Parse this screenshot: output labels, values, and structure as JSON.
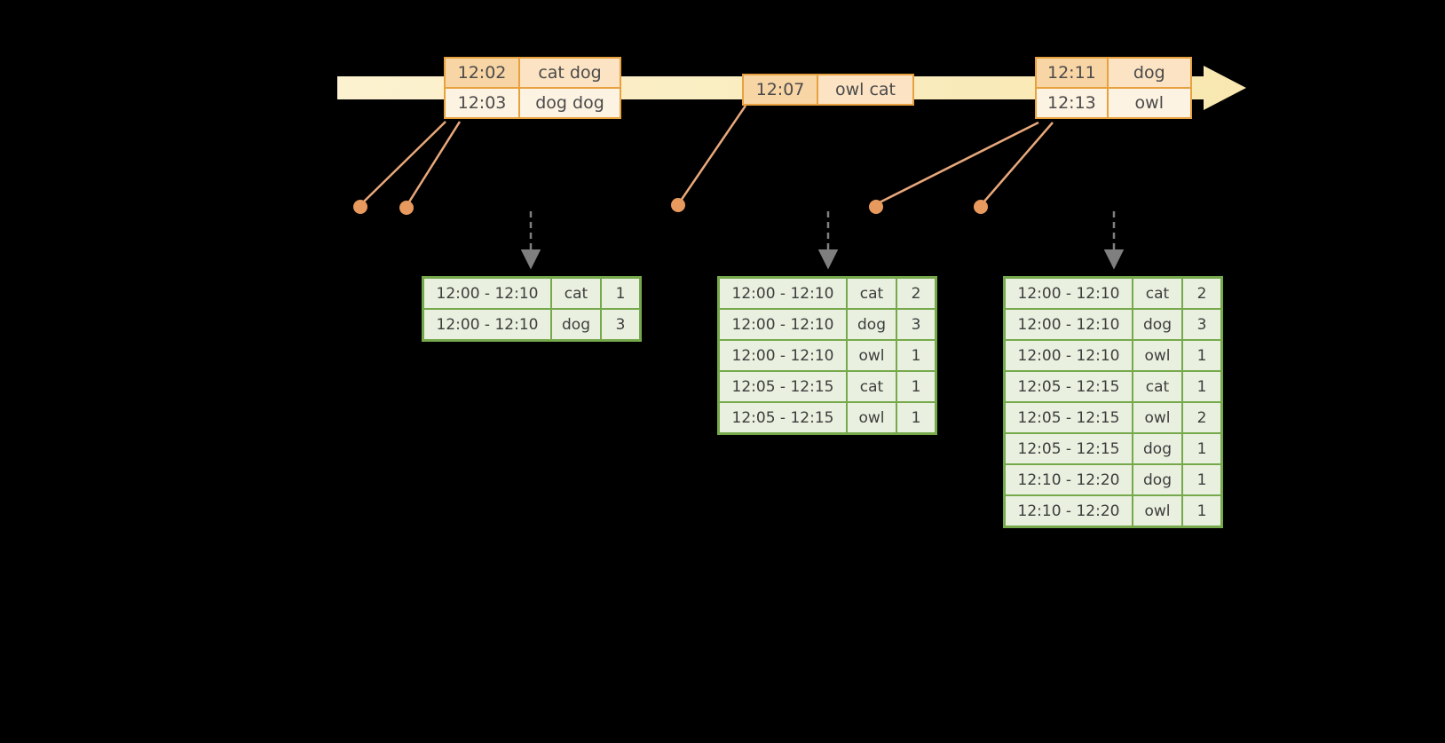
{
  "diagram": {
    "title": "windowed-stream-word-counts",
    "timeline": {
      "color": "#FAEDC2",
      "direction": "left-to-right"
    },
    "event_tables": [
      {
        "rows": [
          {
            "time": "12:02",
            "words": "cat dog"
          },
          {
            "time": "12:03",
            "words": "dog dog"
          }
        ]
      },
      {
        "rows": [
          {
            "time": "12:07",
            "words": "owl cat"
          }
        ]
      },
      {
        "rows": [
          {
            "time": "12:11",
            "words": "dog"
          },
          {
            "time": "12:13",
            "words": "owl"
          }
        ]
      }
    ],
    "result_tables": [
      {
        "rows": [
          {
            "window": "12:00 - 12:10",
            "word": "cat",
            "count": "1"
          },
          {
            "window": "12:00 - 12:10",
            "word": "dog",
            "count": "3"
          }
        ]
      },
      {
        "rows": [
          {
            "window": "12:00 - 12:10",
            "word": "cat",
            "count": "2"
          },
          {
            "window": "12:00 - 12:10",
            "word": "dog",
            "count": "3"
          },
          {
            "window": "12:00 - 12:10",
            "word": "owl",
            "count": "1"
          },
          {
            "window": "12:05 - 12:15",
            "word": "cat",
            "count": "1"
          },
          {
            "window": "12:05 - 12:15",
            "word": "owl",
            "count": "1"
          }
        ]
      },
      {
        "rows": [
          {
            "window": "12:00 - 12:10",
            "word": "cat",
            "count": "2"
          },
          {
            "window": "12:00 - 12:10",
            "word": "dog",
            "count": "3"
          },
          {
            "window": "12:00 - 12:10",
            "word": "owl",
            "count": "1"
          },
          {
            "window": "12:05 - 12:15",
            "word": "cat",
            "count": "1"
          },
          {
            "window": "12:05 - 12:15",
            "word": "owl",
            "count": "2"
          },
          {
            "window": "12:05 - 12:15",
            "word": "dog",
            "count": "1"
          },
          {
            "window": "12:10 - 12:20",
            "word": "dog",
            "count": "1"
          },
          {
            "window": "12:10 - 12:20",
            "word": "owl",
            "count": "1"
          }
        ]
      }
    ],
    "colors": {
      "background": "#000000",
      "timeline_fill": "#FAEDC2",
      "event_table_border": "#E7A13E",
      "event_cell_peach": "#F8D5A5",
      "event_cell_light_peach": "#FBE3C3",
      "event_cell_cream": "#FDF3E2",
      "connector_line": "#E9A87B",
      "event_dot": "#E8995D",
      "trigger_arrow": "#7F7F7F",
      "result_table_border": "#76A94C",
      "result_cell_fill": "#E9F0DF",
      "text": "#3D3D3D"
    }
  }
}
